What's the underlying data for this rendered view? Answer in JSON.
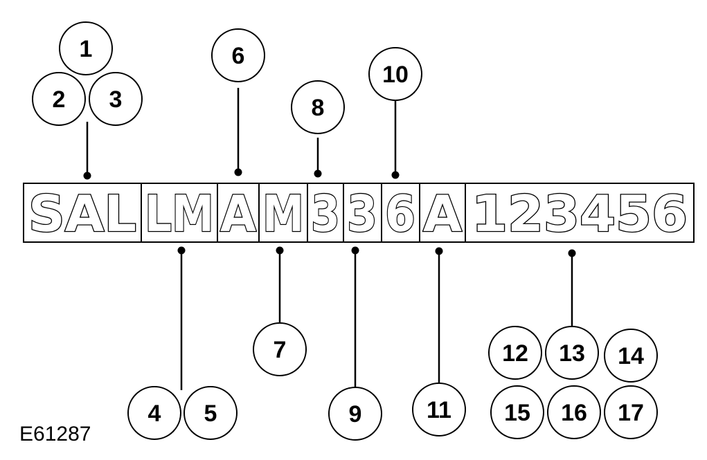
{
  "vin": {
    "segments": [
      {
        "id": "seg-1",
        "text": "SAL"
      },
      {
        "id": "seg-2",
        "text": "LM"
      },
      {
        "id": "seg-3",
        "text": "A"
      },
      {
        "id": "seg-4",
        "text": "M"
      },
      {
        "id": "seg-5",
        "text": "3"
      },
      {
        "id": "seg-6",
        "text": "3"
      },
      {
        "id": "seg-7",
        "text": "6"
      },
      {
        "id": "seg-8",
        "text": "A"
      },
      {
        "id": "seg-9",
        "text": "123456"
      }
    ]
  },
  "callouts": [
    "1",
    "2",
    "3",
    "4",
    "5",
    "6",
    "7",
    "8",
    "9",
    "10",
    "11",
    "12",
    "13",
    "14",
    "15",
    "16",
    "17"
  ],
  "figure_ref": "E61287",
  "colors": {
    "stroke": "#000000",
    "background": "#ffffff"
  }
}
